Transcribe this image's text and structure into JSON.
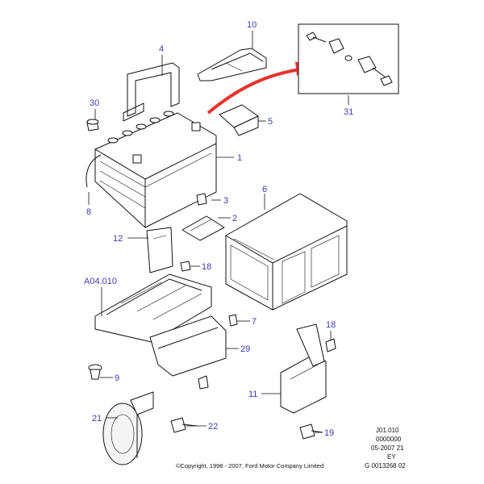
{
  "callouts": {
    "c1": "1",
    "c2": "2",
    "c3": "3",
    "c4": "4",
    "c5": "5",
    "c6": "6",
    "c7": "7",
    "c8": "8",
    "c9": "9",
    "c10": "10",
    "c11": "11",
    "c12": "12",
    "c18a": "18",
    "c18b": "18",
    "c19": "19",
    "c21": "21",
    "c22": "22",
    "c29": "29",
    "c30": "30",
    "c31": "31",
    "ref": "A04.010"
  },
  "meta": {
    "line1": "J01.010",
    "line2": "0000000",
    "line3": "05-2007 21",
    "line4": "EY",
    "line5": "G 0013268 02"
  },
  "copyright": "©Copyright, 1998 - 2007, Ford Motor Company Limited",
  "colors": {
    "callout": "#3b3bb0",
    "arrow": "#e8322e",
    "line": "#111111"
  }
}
